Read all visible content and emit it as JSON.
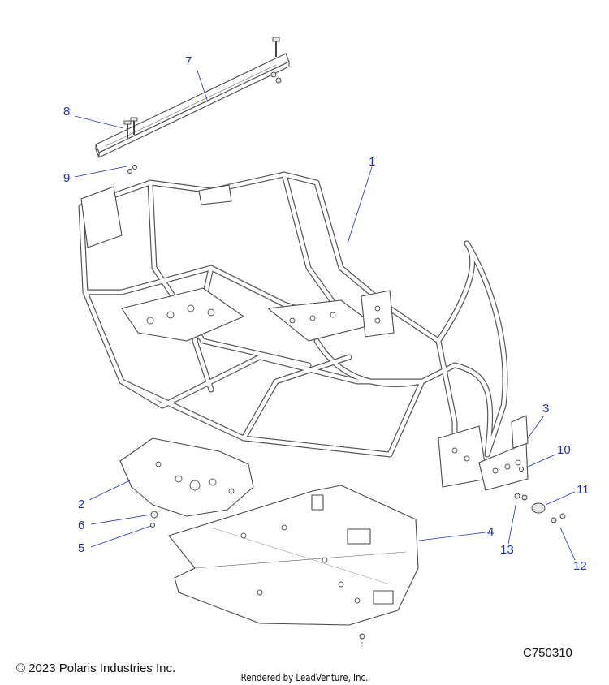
{
  "callouts": [
    {
      "id": "1",
      "label": "1"
    },
    {
      "id": "2",
      "label": "2"
    },
    {
      "id": "3",
      "label": "3"
    },
    {
      "id": "4",
      "label": "4"
    },
    {
      "id": "5",
      "label": "5"
    },
    {
      "id": "6",
      "label": "6"
    },
    {
      "id": "7",
      "label": "7"
    },
    {
      "id": "8",
      "label": "8"
    },
    {
      "id": "9",
      "label": "9"
    },
    {
      "id": "10",
      "label": "10"
    },
    {
      "id": "11",
      "label": "11"
    },
    {
      "id": "12",
      "label": "12"
    },
    {
      "id": "13",
      "label": "13"
    }
  ],
  "footer": {
    "copyright": "© 2023 Polaris Industries Inc.",
    "diagram_code": "C750310",
    "rendered_by": "Rendered by LeadVenture, Inc."
  },
  "colors": {
    "callout": "#1a2ec8",
    "linework": "#4a4a4a",
    "background": "#ffffff"
  }
}
